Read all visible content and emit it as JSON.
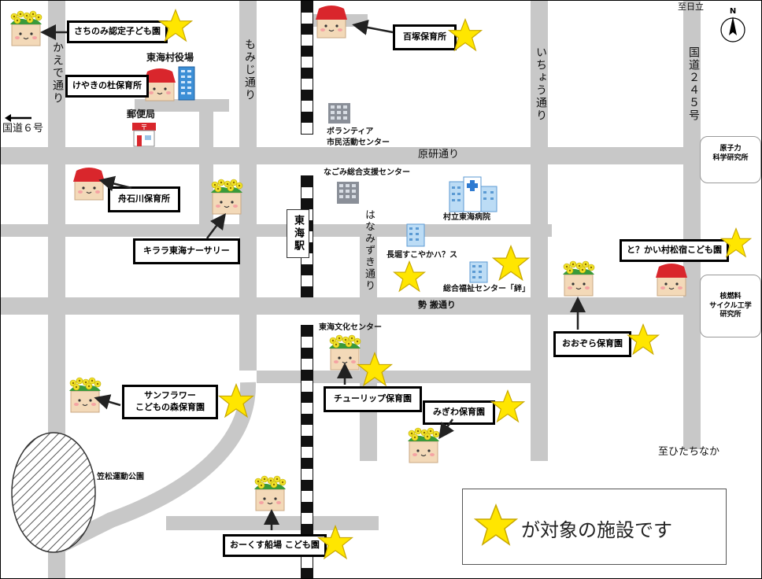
{
  "roads": {
    "kaede": "かえで通り",
    "momiji": "もみじ通り",
    "ichou": "いちょう通り",
    "kokudo245": "国道２４５号",
    "kokudo6": "国道６号",
    "genken": "原研通り",
    "hanamizuki": "はなみずき通り",
    "seikei": "勢 搬通り"
  },
  "directions": {
    "hitachitachi": "至日立",
    "hitachinaka": "至ひたちなか"
  },
  "station": "東海駅",
  "landmarks": {
    "village_office": "東海村役場",
    "post_office": "郵便局",
    "volunteer": "ボランティア\n市民活動センター",
    "nagomi": "なごみ総合支援センター",
    "hospital": "村立東海病院",
    "nagamori": "長堀すこやかハ？ス",
    "welfare": "総合福祉センター「絆」",
    "culture": "東海文化センター",
    "park": "笠松運動公園",
    "genshiryoku": "原子力\n科学研究所",
    "cycle": "核燃料\nサイクル工学\n研究所"
  },
  "facilities": {
    "sachinomi": "さちのみ認定子ども園",
    "hyakuzuka": "百塚保育所",
    "keyaki": "けやきの杜保育所",
    "funaishikawa": "舟石川保育所",
    "kirara": "キララ東海ナーサリー",
    "tokai_matsu": "と？かい村松宿こども園",
    "oozora": "おおぞら保育園",
    "tulip": "チューリップ保育園",
    "sunflower": "サンフラワー\nこどもの森保育園",
    "misawa": "みぎわ保育園",
    "ookusu": "おーくす船場 こども園"
  },
  "legend": {
    "text": "が対象の施設です"
  },
  "colors": {
    "star": "#ffe600",
    "star_outline": "#c8a800",
    "road": "#c8c8c8",
    "house_roof": "#d9262c",
    "house_wall": "#f3d9b8",
    "flower": "#f2e22a",
    "leaf": "#3a9a3a"
  }
}
